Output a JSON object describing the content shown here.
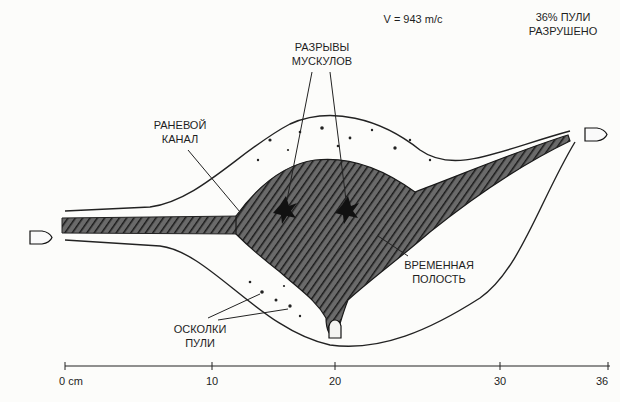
{
  "diagram": {
    "labels": [
      "V = 943 m/c",
      "36% ПУЛИ РАЗРУШЕНО",
      "РАЗРЫВЫ МУСКУЛОВ",
      "РАНЕВОЙ КАНАЛ",
      "ОСКОЛКИ ПУЛИ",
      "ВРЕМЕННАЯ ПОЛОСТЬ",
      "0 cm",
      "10",
      "20",
      "30",
      "36"
    ]
  }
}
